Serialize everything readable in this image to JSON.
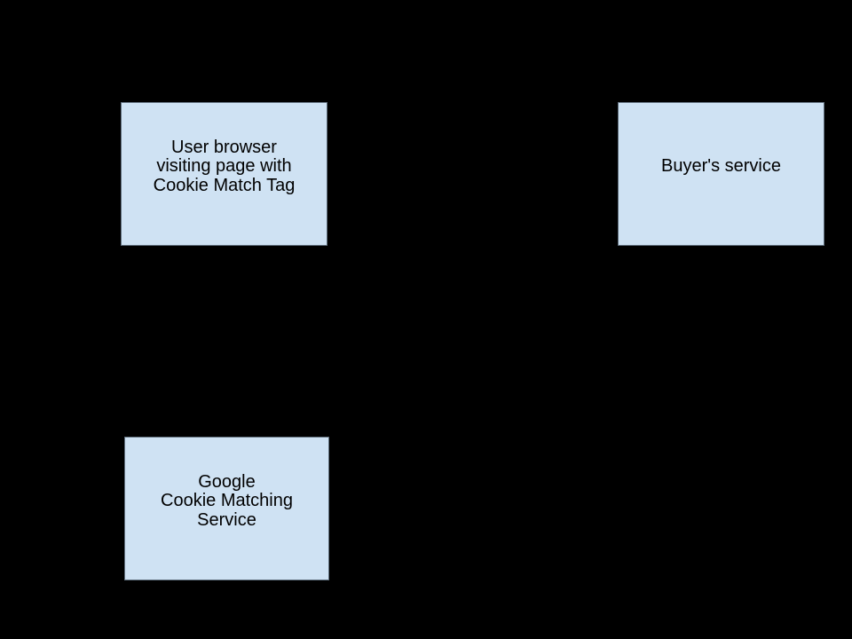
{
  "diagram": {
    "background_color": "#000000",
    "box_fill_color": "#cfe2f3",
    "box_border_color": "#5f6e7c",
    "text_color": "#000000",
    "nodes": {
      "user_browser": {
        "label": "User browser\nvisiting page with\nCookie Match Tag"
      },
      "buyer_service": {
        "label": "Buyer's service"
      },
      "google_cookie_matching": {
        "label": "Google\nCookie Matching\nService"
      }
    }
  }
}
